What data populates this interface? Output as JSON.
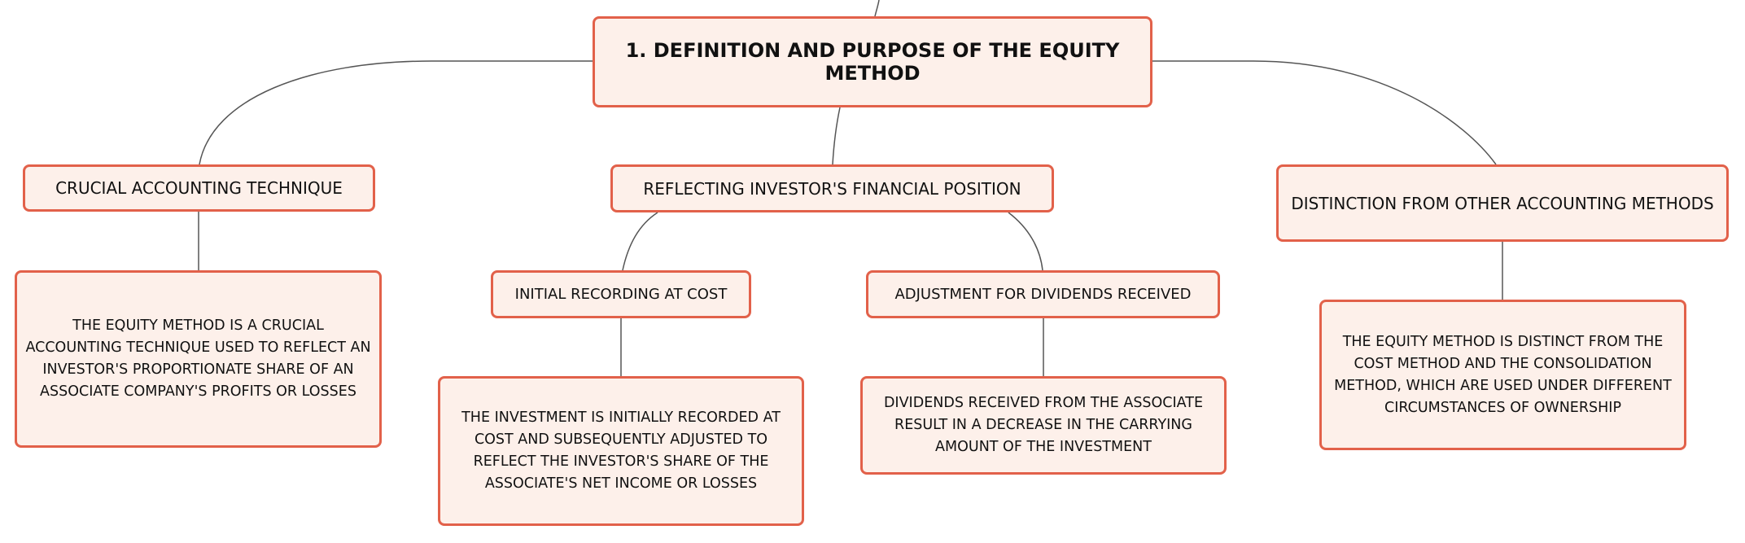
{
  "colors": {
    "border": "#e2614a",
    "fill": "#fdf0ea",
    "connector": "#555555",
    "text": "#111111"
  },
  "root": {
    "title": "1. DEFINITION AND PURPOSE OF THE EQUITY METHOD"
  },
  "branches": {
    "crucial": {
      "label": "CRUCIAL ACCOUNTING TECHNIQUE",
      "description": "THE EQUITY METHOD IS A CRUCIAL ACCOUNTING TECHNIQUE USED TO REFLECT AN INVESTOR'S PROPORTIONATE SHARE OF AN ASSOCIATE COMPANY'S PROFITS OR LOSSES"
    },
    "reflecting": {
      "label": "REFLECTING INVESTOR'S FINANCIAL POSITION",
      "children": {
        "initial": {
          "label": "INITIAL RECORDING AT COST",
          "description": "THE INVESTMENT IS INITIALLY RECORDED AT COST AND SUBSEQUENTLY ADJUSTED TO REFLECT THE INVESTOR'S SHARE OF THE ASSOCIATE'S NET INCOME OR LOSSES"
        },
        "dividends": {
          "label": "ADJUSTMENT FOR DIVIDENDS RECEIVED",
          "description": "DIVIDENDS RECEIVED FROM THE ASSOCIATE RESULT IN A DECREASE IN THE CARRYING AMOUNT OF THE INVESTMENT"
        }
      }
    },
    "distinction": {
      "label": "DISTINCTION FROM OTHER ACCOUNTING METHODS",
      "description": "THE EQUITY METHOD IS DISTINCT FROM THE COST METHOD AND THE CONSOLIDATION METHOD, WHICH ARE USED UNDER DIFFERENT CIRCUMSTANCES OF OWNERSHIP"
    }
  }
}
